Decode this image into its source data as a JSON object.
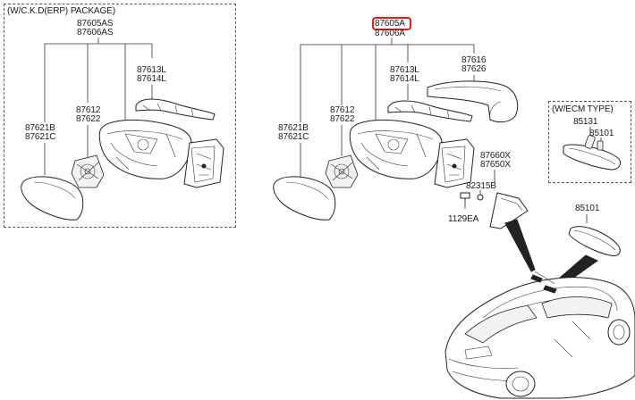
{
  "left_panel": {
    "package_label": "(W/C.K.D(ERP) PACKAGE)",
    "assembly_codes": [
      "87605AS",
      "87606AS"
    ],
    "glass_codes": [
      "87621B",
      "87621C"
    ],
    "actuator_codes": [
      "87612",
      "87622"
    ],
    "cover_codes": [
      "87613L",
      "87614L"
    ]
  },
  "center_panel": {
    "assembly_codes": [
      "87605A",
      "87606A"
    ],
    "highlighted_code": "87605A",
    "glass_codes": [
      "87621B",
      "87621C"
    ],
    "actuator_codes": [
      "87612",
      "87622"
    ],
    "cover_codes": [
      "87613L",
      "87614L"
    ],
    "cap_codes": [
      "87616",
      "87626"
    ],
    "triangle_codes": [
      "87660X",
      "87650X"
    ],
    "bolt_code": "82315B",
    "nut_code": "1129EA"
  },
  "ecm_panel": {
    "type_label": "(W/ECM TYPE)",
    "codes": [
      "85131",
      "85101"
    ]
  },
  "inside_mirror_code": "85101",
  "colors": {
    "highlight": "#e0201a",
    "line": "#333333"
  }
}
